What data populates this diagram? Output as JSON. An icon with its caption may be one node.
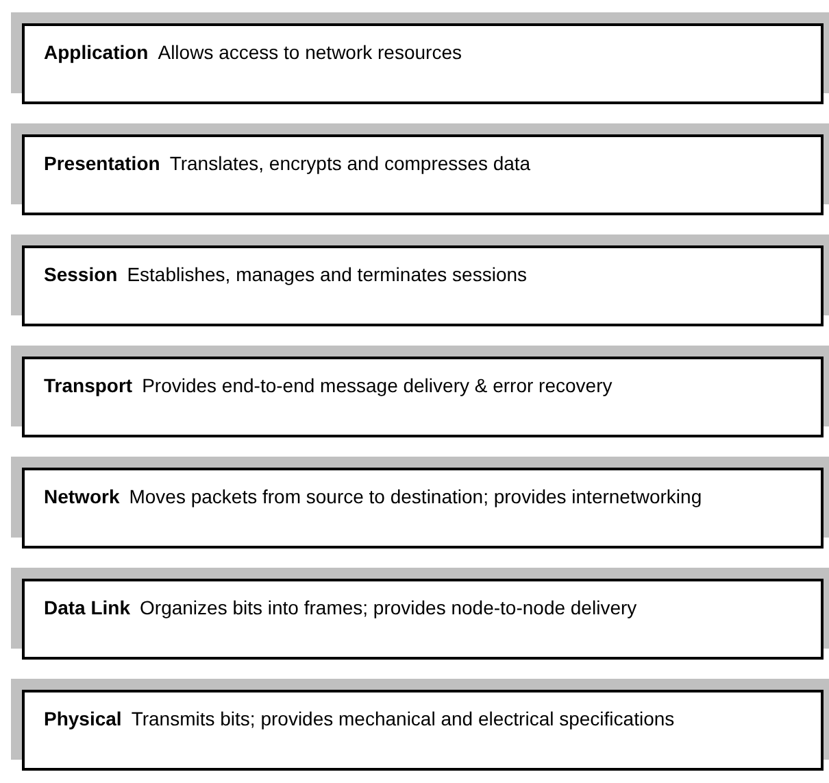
{
  "diagram": {
    "nodes": [
      {
        "text": [
          "Application",
          "Allows access to network resources"
        ]
      },
      {
        "text": [
          "Presentation",
          "Translates, encrypts and compresses data"
        ]
      },
      {
        "text": [
          "Session",
          "Establishes, manages and terminates sessions"
        ]
      },
      {
        "text": [
          "Transport",
          "Provides end-to-end message delivery & error recovery"
        ]
      },
      {
        "text": [
          "Network",
          "Moves packets from source to destination; provides internetworking"
        ]
      },
      {
        "text": [
          "Data Link",
          "Organizes bits into frames; provides node-to-node delivery"
        ]
      },
      {
        "text": [
          "Physical",
          "Transmits bits; provides mechanical and electrical specifications"
        ]
      }
    ]
  }
}
